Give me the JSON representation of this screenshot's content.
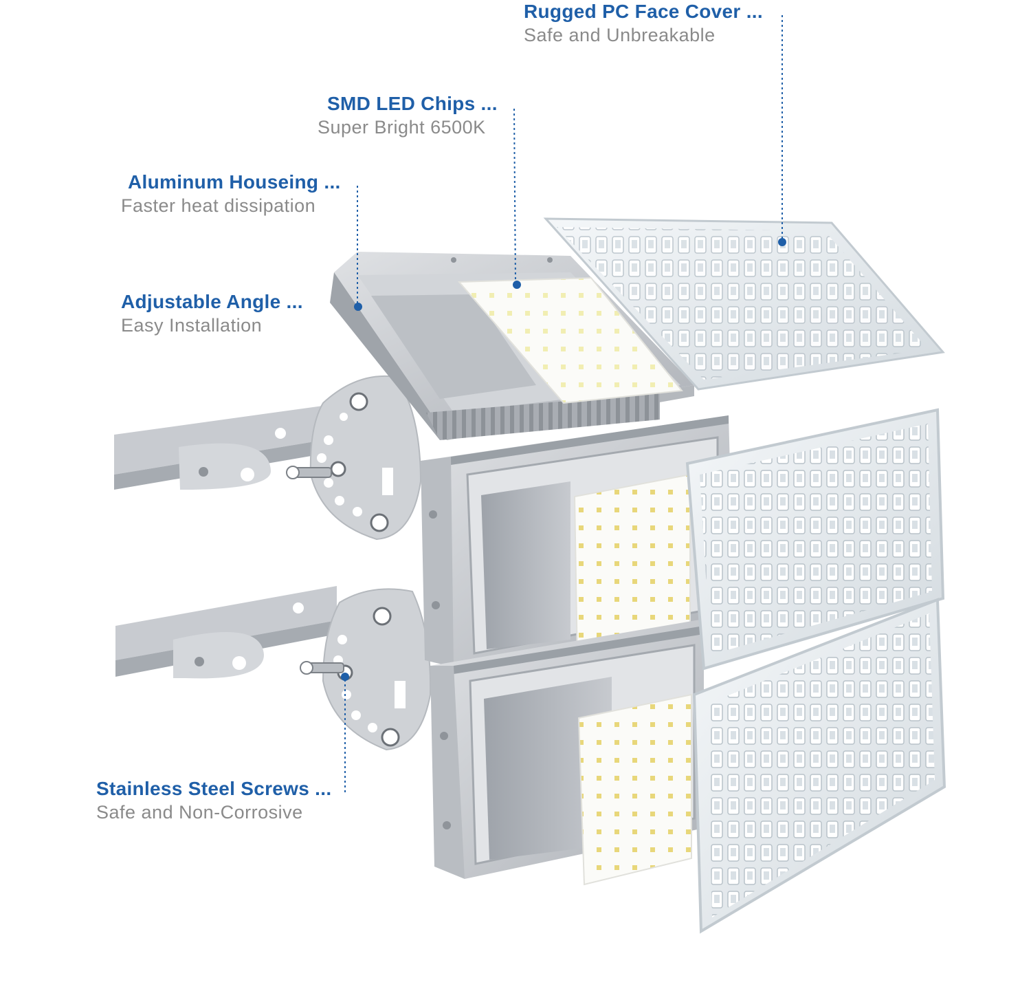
{
  "callouts": [
    {
      "title": "Rugged PC Face Cover ...",
      "subtitle": "Safe and Unbreakable"
    },
    {
      "title": "SMD LED Chips ...",
      "subtitle": "Super Bright 6500K"
    },
    {
      "title": "Aluminum Houseing ...",
      "subtitle": "Faster heat dissipation"
    },
    {
      "title": "Adjustable Angle ...",
      "subtitle": "Easy Installation"
    },
    {
      "title": "Stainless Steel Screws ...",
      "subtitle": "Safe and Non-Corrosive"
    }
  ],
  "colors": {
    "callout_title": "#1f5fa8",
    "callout_subtitle": "#8a8a8a",
    "leader_line": "#1f5fa8",
    "housing": "#c9ccd1",
    "led_board": "#fbfbf8",
    "led_chip": "#e8d77a",
    "lens": "#e6ecf0"
  }
}
